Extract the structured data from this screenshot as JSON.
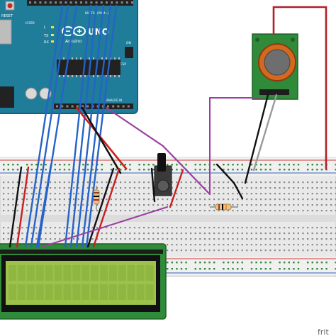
{
  "diagram": {
    "arduino": {
      "reset_label": "RESET",
      "icsp2_label": "ICSP2",
      "brand_label": "UNO",
      "sub_brand_label": "Arduino",
      "tx_label": "TX",
      "rx_label": "RX",
      "icsp_label": "ICSP",
      "on_label": "ON",
      "analog_in_label": "ANALOG IN",
      "digital_label": "DIGITAL (PWM~)",
      "l_label": "L"
    },
    "watermark": "frit",
    "colors": {
      "arduino_board": "#1f7d9a",
      "breadboard": "#e9e9e9",
      "rail_red": "#d23b3b",
      "rail_blue": "#3a62b8",
      "lcd_board": "#2f8a3a",
      "lcd_screen": "#9cc24a",
      "sensor_board": "#2f8a3a",
      "wire_blue": "#2563c9",
      "wire_red": "#c8201f",
      "wire_black": "#111111",
      "wire_purple": "#9b3fa0",
      "wire_gray": "#9a9a9a",
      "wire_darkred": "#b3202a"
    },
    "icons": [
      "arduino-uno-board",
      "breadboard",
      "lcd-16x2-display",
      "gas-sensor-module",
      "potentiometer",
      "resistor",
      "fritzing-logo"
    ]
  }
}
